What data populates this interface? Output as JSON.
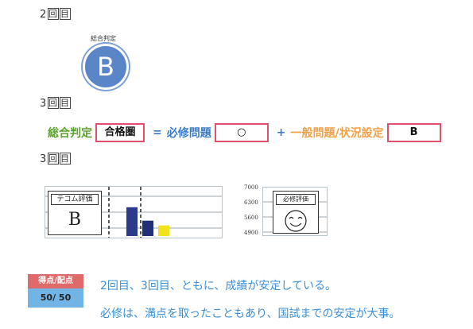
{
  "rounds": {
    "second": {
      "num": "2",
      "box": "回",
      "suffix": "目"
    },
    "third_a": {
      "num": "3",
      "box": "回",
      "suffix": "目"
    },
    "third_b": {
      "num": "3",
      "box": "回",
      "suffix": "目"
    }
  },
  "badge": {
    "title": "総合判定",
    "grade": "B",
    "color": "#5a86c8"
  },
  "formula": {
    "total_label": "総合判定",
    "total_value": "合格圏",
    "eq": "=",
    "required_label": "必修問題",
    "required_value": "○",
    "plus": "+",
    "general_label": "一般問題/状況設定",
    "general_value": "B"
  },
  "chart_left": {
    "card_title": "テコム評価",
    "card_grade": "B"
  },
  "chart_data": {
    "type": "bar",
    "values": [
      30,
      16,
      11
    ],
    "colors": [
      "#2c3a8c",
      "#1f2f78",
      "#f2e21c"
    ],
    "ylim": [
      0,
      48
    ]
  },
  "chart_right": {
    "yticks": [
      "7000",
      "6300",
      "5600",
      "4900"
    ],
    "card_title": "必修評価",
    "face": "smiley"
  },
  "score": {
    "label": "得点/配点",
    "value": "50/ 50"
  },
  "comments": [
    "2回目、3回目、ともに、成績が安定している。",
    "必修は、満点を取ったこともあり、国試までの安定が大事。"
  ]
}
